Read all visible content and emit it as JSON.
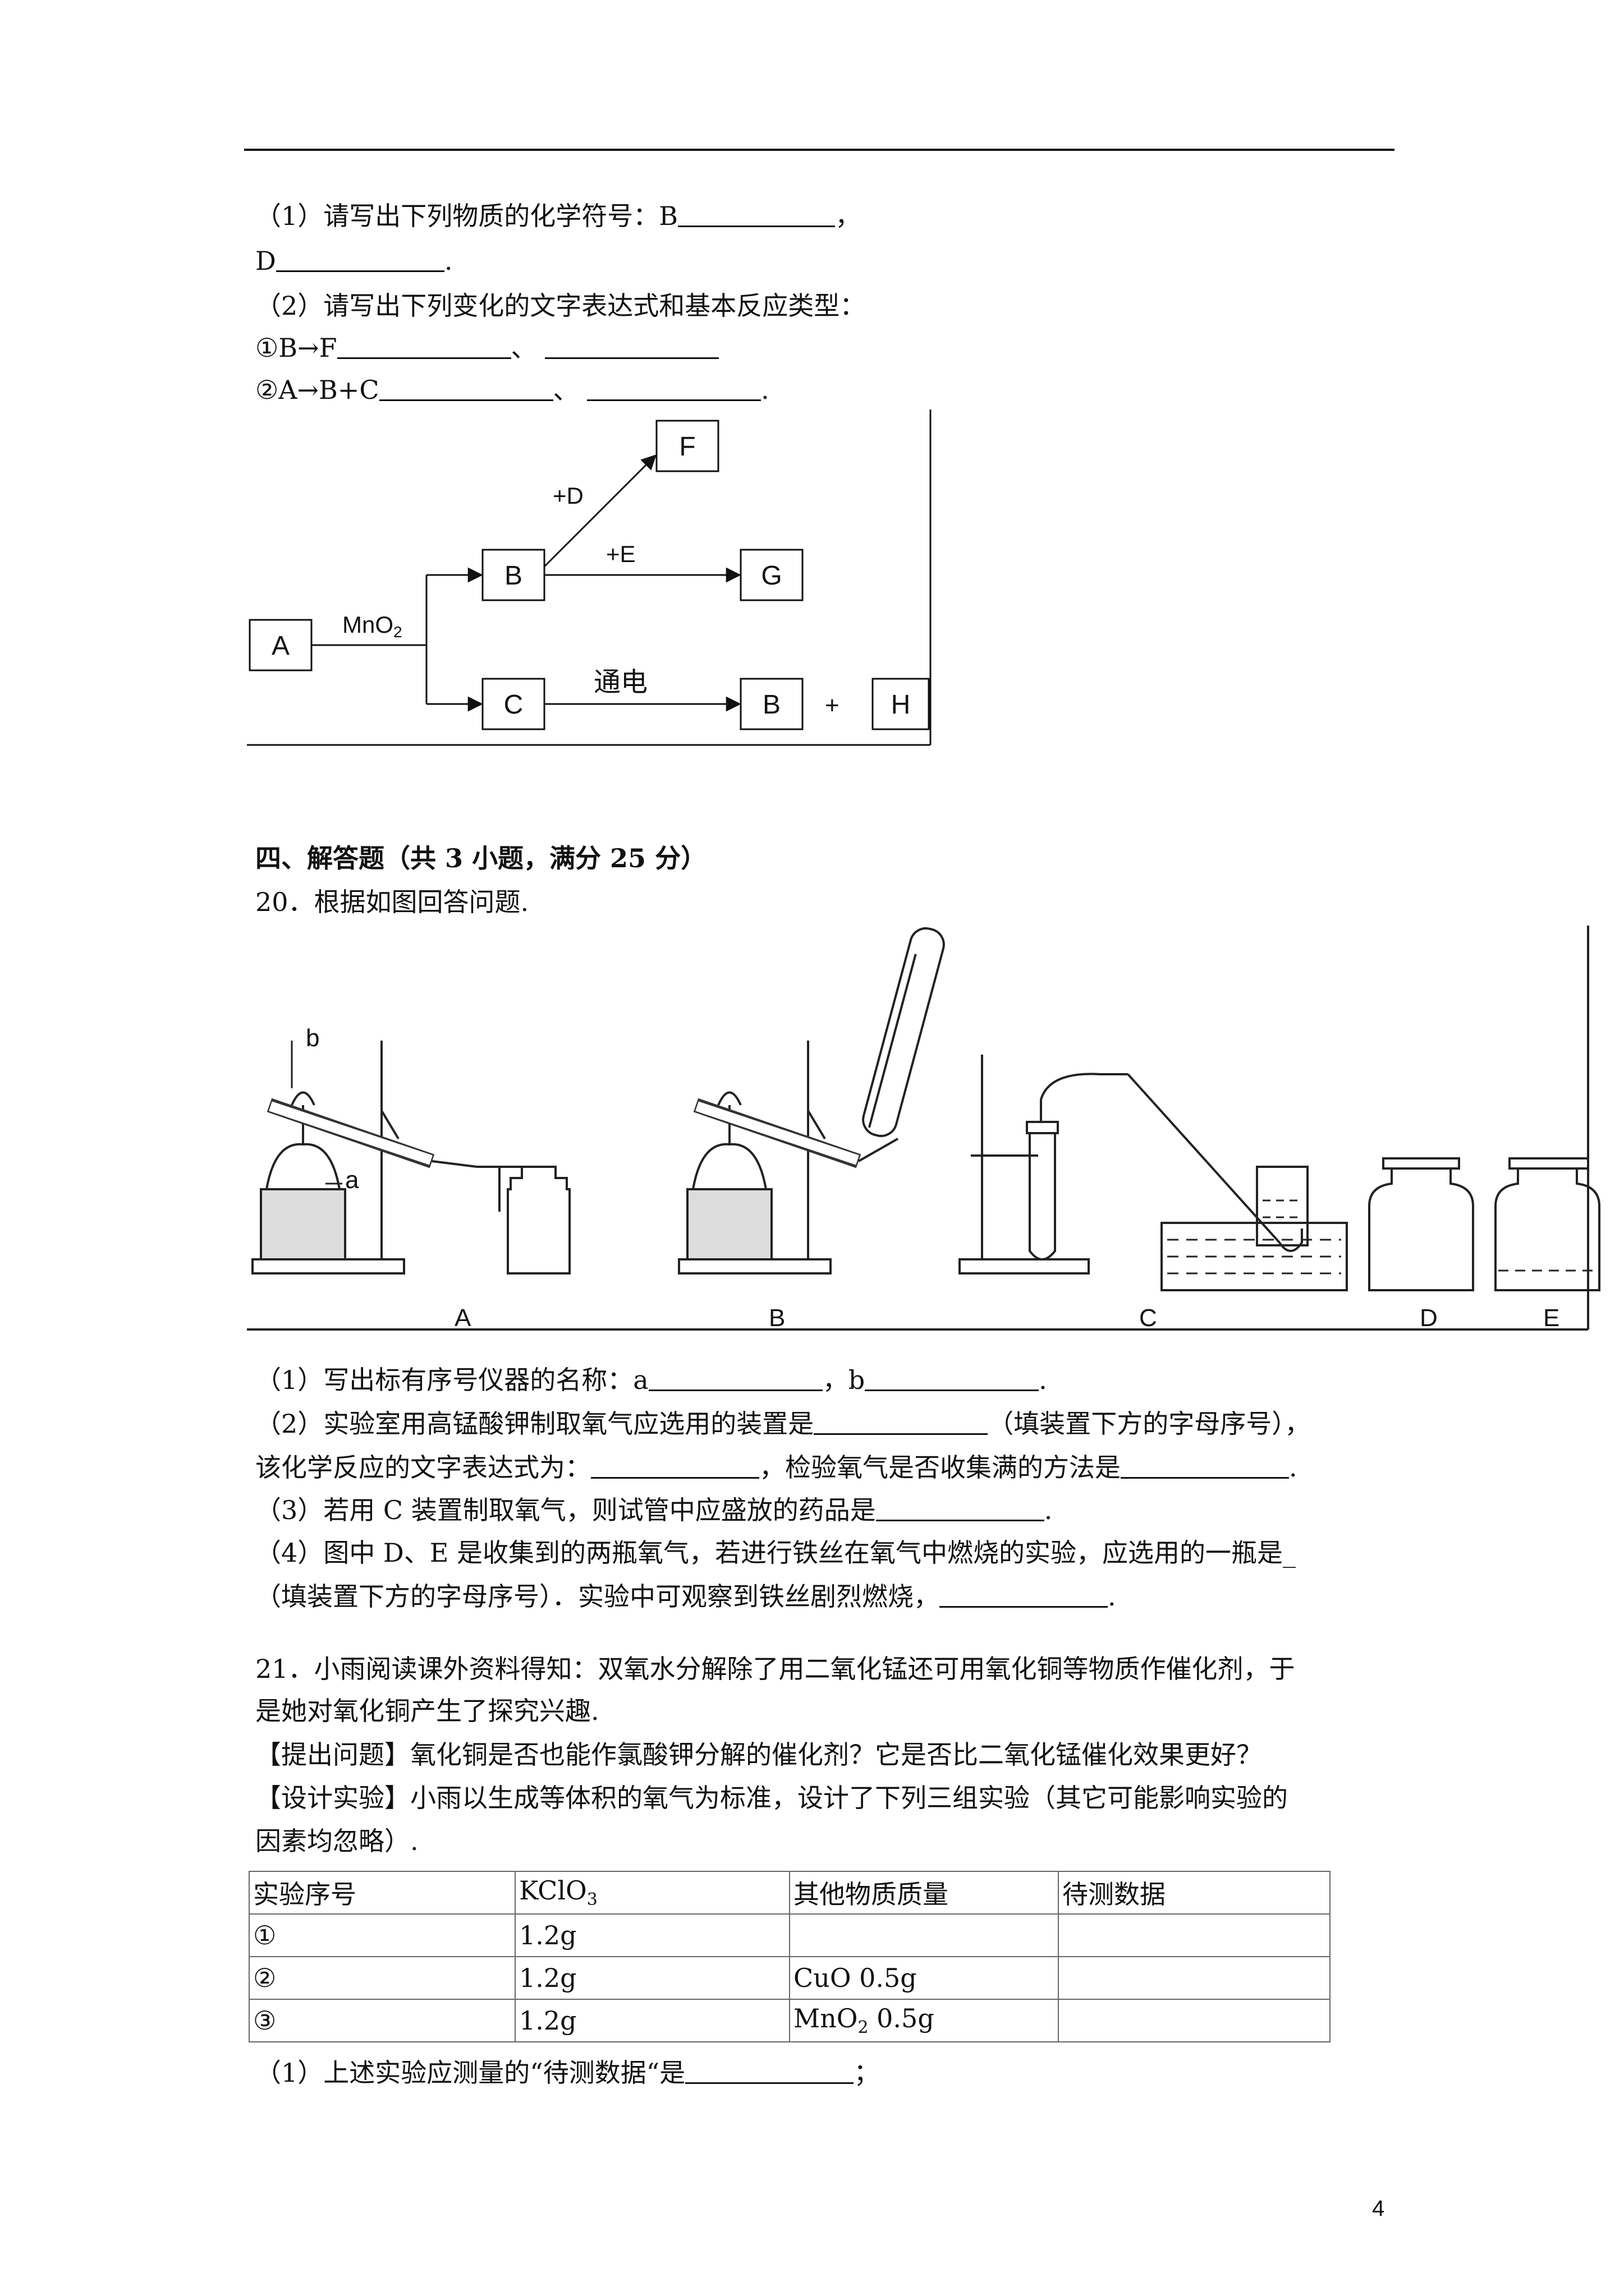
{
  "q19": {
    "p1_prefix": "（1）请写出下列物质的化学符号：B",
    "p1_sep": "，",
    "p1_d": "D",
    "p1_end": ".",
    "p2": "（2）请写出下列变化的文字表达式和基本反应类型：",
    "r1": "①B→F",
    "r2": "②A→B+C",
    "sep": "、",
    "end": "."
  },
  "diagram": {
    "A": "A",
    "B": "B",
    "C": "C",
    "F": "F",
    "G": "G",
    "B2": "B",
    "H": "H",
    "mno2": "MnO",
    "mno2_sub": "2",
    "plus_d": "+D",
    "plus_e": "+E",
    "tongdian": "通电",
    "plus": "+"
  },
  "section": {
    "heading": "四、解答题（共 3 小题，满分 25 分）"
  },
  "q20": {
    "intro": "20．根据如图回答问题.",
    "labels": {
      "a": "a",
      "b": "b",
      "A": "A",
      "B": "B",
      "C": "C",
      "D": "D",
      "E": "E"
    },
    "p1_prefix": "（1）写出标有序号仪器的名称：a",
    "p1_mid": "，b",
    "p1_end": ".",
    "p2_prefix": "（2）实验室用高锰酸钾制取氧气应选用的装置是",
    "p2_suffix": "（填装置下方的字母序号），",
    "p2b_prefix": "该化学反应的文字表达式为：",
    "p2b_mid": "，检验氧气是否收集满的方法是",
    "p2b_end": ".",
    "p3_prefix": "（3）若用 C 装置制取氧气，则试管中应盛放的药品是",
    "p3_end": ".",
    "p4": "（4）图中 D、E 是收集到的两瓶氧气，若进行铁丝在氧气中燃烧的实验，应选用的一瓶是_",
    "p4b_prefix": "（填装置下方的字母序号）．实验中可观察到铁丝剧烈燃烧，",
    "p4b_end": "."
  },
  "q21": {
    "l1": "21．小雨阅读课外资料得知：双氧水分解除了用二氧化锰还可用氧化铜等物质作催化剂，于",
    "l2": "是她对氧化铜产生了探究兴趣.",
    "l3": "【提出问题】氧化铜是否也能作氯酸钾分解的催化剂？它是否比二氧化锰催化效果更好？",
    "l4": "【设计实验】小雨以生成等体积的氧气为标准，设计了下列三组实验（其它可能影响实验的",
    "l5": "因素均忽略）.",
    "table": {
      "h1": "实验序号",
      "h2": "KClO",
      "h2_sub": "3",
      "h3": "其他物质质量",
      "h4": "待测数据",
      "r1c1": "①",
      "r1c2": "1.2g",
      "r2c1": "②",
      "r2c2": "1.2g",
      "r2c3": "CuO 0.5g",
      "r3c1": "③",
      "r3c2": "1.2g",
      "r3c3a": "MnO",
      "r3c3_sub": "2",
      "r3c3b": " 0.5g"
    },
    "p1_prefix": "（1）上述实验应测量的“待测数据“是",
    "p1_end": "；"
  },
  "page_number": "4"
}
